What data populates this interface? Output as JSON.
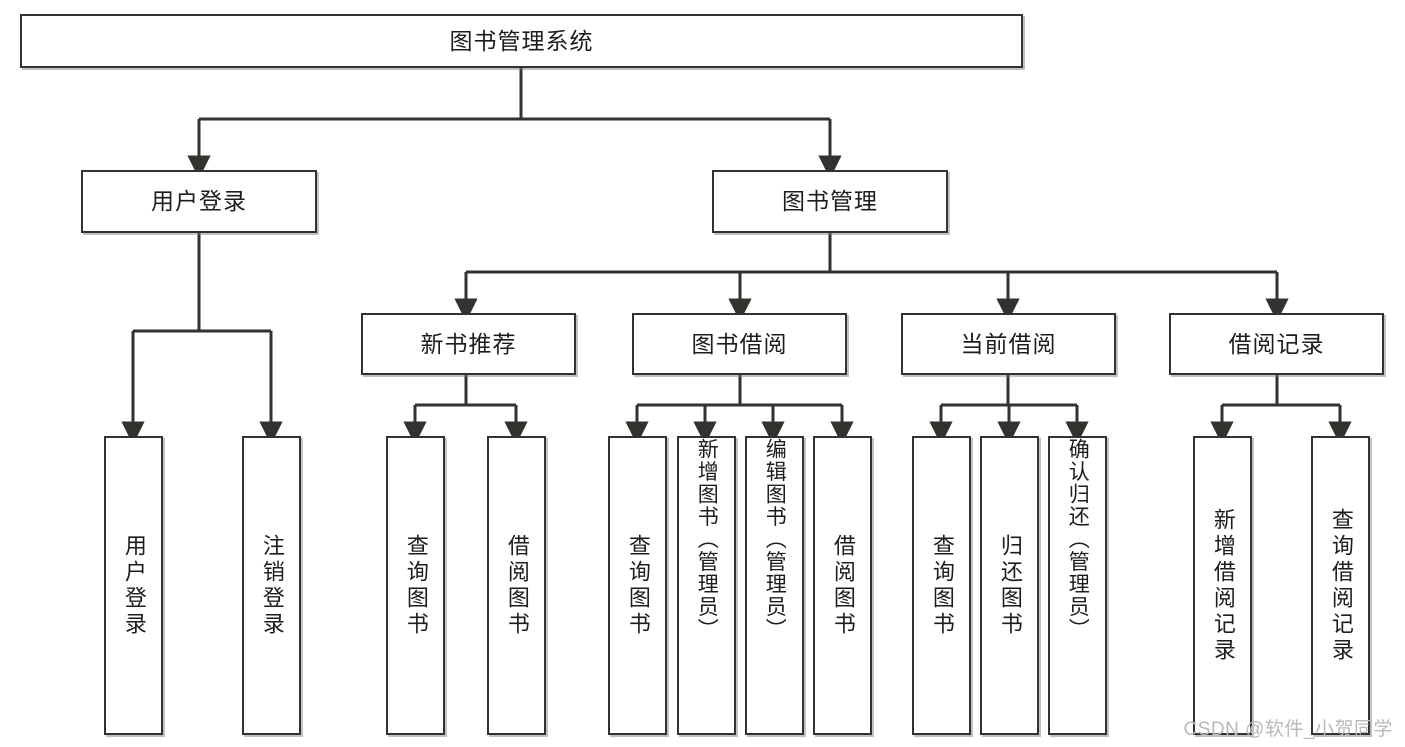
{
  "diagram": {
    "title": "图书管理系统",
    "type": "hierarchy-tree",
    "background_color": "#ffffff",
    "box_border_color": "#33322f",
    "text_color": "#1d1d1b",
    "connector_color": "#33322f"
  },
  "nodes": {
    "root": {
      "label": "图书管理系统",
      "level": 1,
      "orientation": "horizontal"
    },
    "level2": [
      {
        "id": "user-login",
        "label": "用户登录",
        "orientation": "horizontal"
      },
      {
        "id": "book-management",
        "label": "图书管理",
        "orientation": "horizontal"
      }
    ],
    "level3": [
      {
        "id": "new-book-recommend",
        "label": "新书推荐",
        "orientation": "horizontal"
      },
      {
        "id": "book-borrow",
        "label": "图书借阅",
        "orientation": "horizontal"
      },
      {
        "id": "current-borrow",
        "label": "当前借阅",
        "orientation": "horizontal"
      },
      {
        "id": "borrow-record",
        "label": "借阅记录",
        "orientation": "horizontal"
      }
    ],
    "leaves": {
      "user_login": [
        {
          "id": "leaf-user-login",
          "label": "用户登录",
          "orientation": "vertical"
        },
        {
          "id": "leaf-logout-login",
          "label": "注销登录",
          "orientation": "vertical"
        }
      ],
      "new_book_recommend": [
        {
          "id": "leaf-query-book-1",
          "label": "查询图书",
          "orientation": "vertical"
        },
        {
          "id": "leaf-borrow-book-1",
          "label": "借阅图书",
          "orientation": "vertical"
        }
      ],
      "book_borrow": [
        {
          "id": "leaf-query-book-2",
          "label": "查询图书",
          "orientation": "vertical"
        },
        {
          "id": "leaf-add-book",
          "label": "新增图书（管理员）",
          "orientation": "vertical"
        },
        {
          "id": "leaf-edit-book",
          "label": "编辑图书（管理员）",
          "orientation": "vertical"
        },
        {
          "id": "leaf-borrow-book-2",
          "label": "借阅图书",
          "orientation": "vertical"
        }
      ],
      "current_borrow": [
        {
          "id": "leaf-query-book-3",
          "label": "查询图书",
          "orientation": "vertical"
        },
        {
          "id": "leaf-return-book",
          "label": "归还图书",
          "orientation": "vertical"
        },
        {
          "id": "leaf-confirm-return",
          "label": "确认归还（管理员）",
          "orientation": "vertical"
        }
      ],
      "borrow_record": [
        {
          "id": "leaf-add-record",
          "label": "新增借阅记录",
          "orientation": "vertical"
        },
        {
          "id": "leaf-query-record",
          "label": "查询借阅记录",
          "orientation": "vertical"
        }
      ]
    }
  },
  "watermark": {
    "text": "CSDN @软件_小贺同学",
    "color": "#b9b9b9"
  }
}
